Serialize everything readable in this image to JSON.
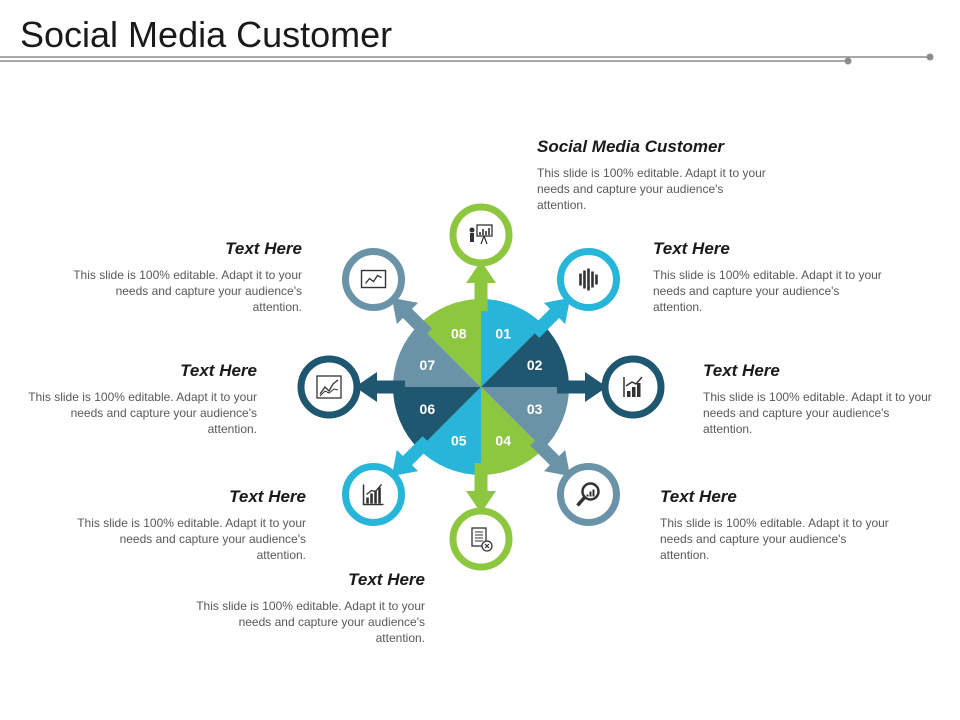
{
  "title": "Social Media Customer",
  "colors": {
    "green": "#8dc63f",
    "cyan": "#27b5d9",
    "navy": "#1f5670",
    "slate": "#6b93a8",
    "rule": "#8c8c8c"
  },
  "segments": [
    {
      "num": "01",
      "icon": "bar-chart-icon",
      "heading": "Text Here",
      "body": "This slide is 100% editable. Adapt it to your needs and capture your audience's attention."
    },
    {
      "num": "02",
      "icon": "growth-chart-icon",
      "heading": "Text Here",
      "body": "This slide is 100% editable. Adapt it to your needs and capture your audience's attention."
    },
    {
      "num": "03",
      "icon": "magnifier-chart-icon",
      "heading": "Text Here",
      "body": "This slide is 100% editable. Adapt it to your needs and capture your audience's attention."
    },
    {
      "num": "04",
      "icon": "document-cancel-icon",
      "heading": "Text Here",
      "body": "This slide is 100% editable. Adapt it to your needs and capture your audience's attention."
    },
    {
      "num": "05",
      "icon": "rising-bars-icon",
      "heading": "Text Here",
      "body": "This slide is 100% editable. Adapt it to your needs and capture your audience's attention."
    },
    {
      "num": "06",
      "icon": "line-chart-icon",
      "heading": "Text Here",
      "body": "This slide is 100% editable. Adapt it to your needs and capture your audience's attention."
    },
    {
      "num": "07",
      "icon": "monitor-chart-icon",
      "heading": "Text Here",
      "body": "This slide is 100% editable. Adapt it to your needs and capture your audience's attention."
    },
    {
      "num": "08",
      "icon": "presenter-icon",
      "heading": "Social Media Customer",
      "body": "This slide is 100% editable. Adapt it to your needs and capture your audience's attention."
    }
  ]
}
